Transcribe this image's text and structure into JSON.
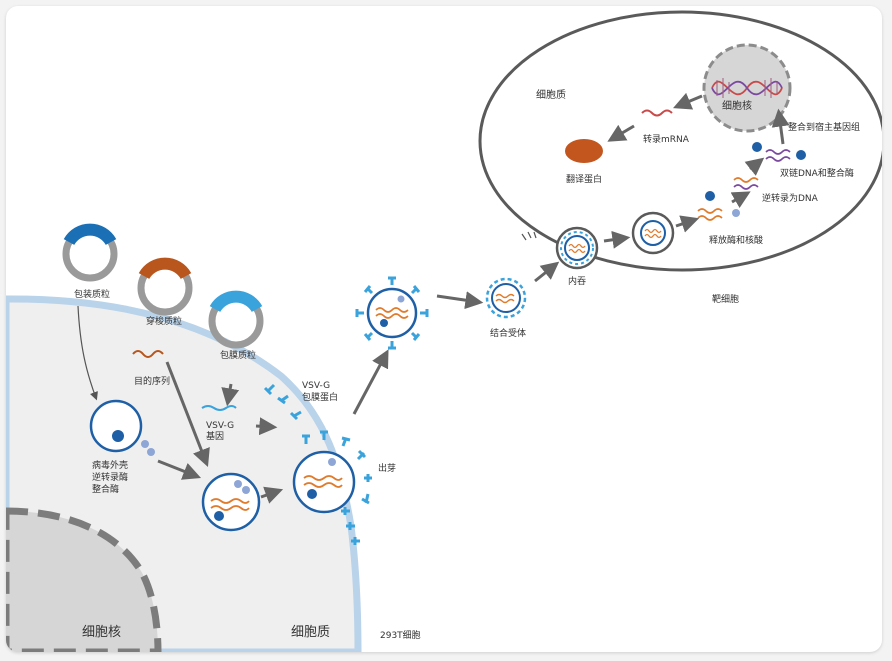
{
  "labels": {
    "packaging_plasmid": "包装质粒",
    "transfer_plasmid": "穿梭质粒",
    "envelope_plasmid": "包膜质粒",
    "target_sequence": "目的序列",
    "vsvg_gene_line1": "VSV-G",
    "vsvg_gene_line2": "基因",
    "capsid_line1": "病毒外壳",
    "capsid_line2": "逆转录酶",
    "capsid_line3": "整合酶",
    "vsvg_protein_line1": "VSV-G",
    "vsvg_protein_line2": "包膜蛋白",
    "budding": "出芽",
    "host_cell": "293T细胞",
    "host_nucleus": "细胞核",
    "host_cytoplasm": "细胞质",
    "receptor_binding": "结合受体",
    "endocytosis": "内吞",
    "target_cell": "靶细胞",
    "target_cytoplasm": "细胞质",
    "release": "释放酶和核酸",
    "reverse_transcription": "逆转录为DNA",
    "dsdna_integrase": "双链DNA和整合酶",
    "integration": "整合到宿主基因组",
    "target_nucleus": "细胞核",
    "mrna": "转录mRNA",
    "translation": "翻译蛋白"
  },
  "colors": {
    "membrane": "#b9d3ea",
    "cell_fill": "#efefef",
    "nucleus_fill": "#d6d6d6",
    "nucleus_border": "#7c7c7c",
    "virus_blue": "#1e5fa5",
    "spike_blue": "#3aa3dc",
    "plasmid_gray": "#9a9a9a",
    "packaging_insert": "#1a6fb5",
    "transfer_insert": "#b9561d",
    "envelope_insert": "#3aa3dc",
    "rna_orange": "#e07b2c",
    "dna_purple": "#7b4aa0",
    "mrna_red": "#c94a4a",
    "protein_brown": "#c3561f",
    "arrow_gray": "#666666",
    "target_border": "#5a5a5a"
  }
}
